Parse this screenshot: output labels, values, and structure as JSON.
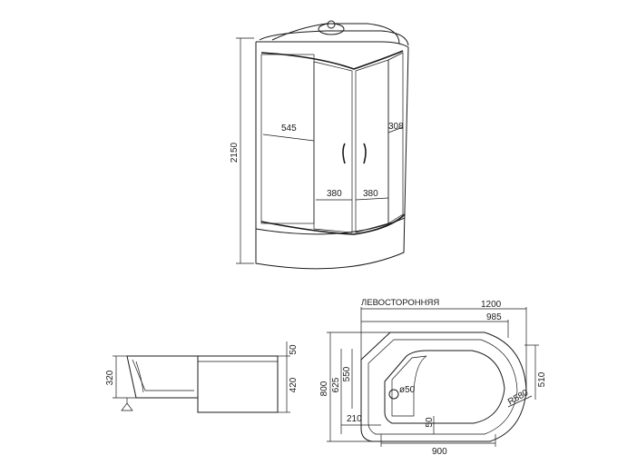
{
  "views": {
    "front": {
      "height": "2150",
      "width_left_panel": "545",
      "width_right_panel": "308",
      "door_left": "380",
      "door_right": "380"
    },
    "side": {
      "top_offset": "50",
      "tray_height": "320",
      "total_height": "420"
    },
    "plan": {
      "orientation": "ЛЕВОСТОРОННЯЯ",
      "total_width": "1200",
      "inner_width": "985",
      "depth": "800",
      "depth_2": "625",
      "depth_3": "550",
      "right_depth": "510",
      "radius": "R580",
      "drain": "ø50",
      "corner_offset": "210",
      "step": "50",
      "bottom_width": "900"
    }
  }
}
